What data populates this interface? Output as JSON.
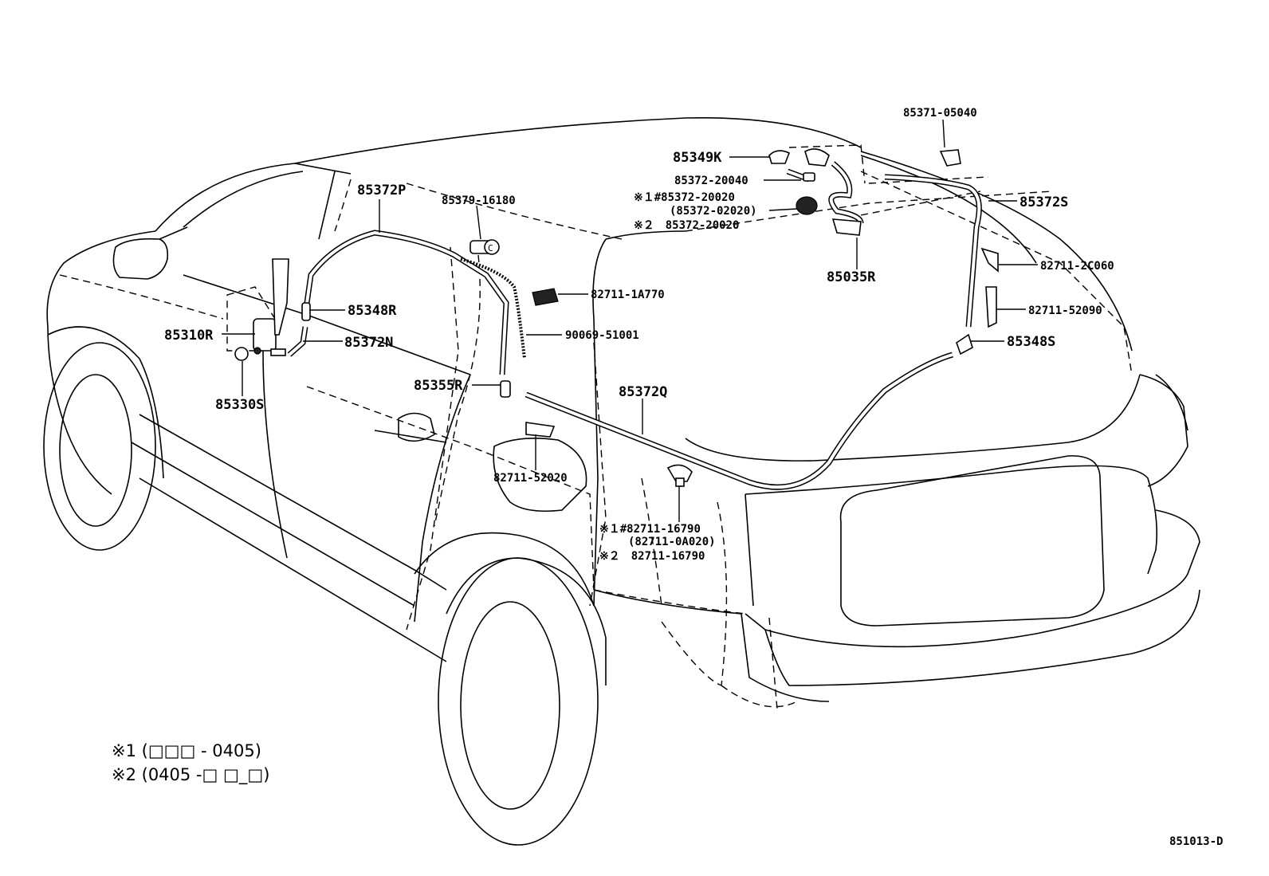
{
  "labels": {
    "p85371_05040": "85371-05040",
    "p85349k": "85349K",
    "p85372_20040": "85372-20040",
    "p85372_20020_n1": "※１#85372-20020",
    "p85372_02020": "(85372-02020)",
    "p85372_20020_n2": "※２　85372-20020",
    "p85372s": "85372S",
    "p85035r": "85035R",
    "p82711_2c060": "82711-2C060",
    "p82711_52090": "82711-52090",
    "p85348s": "85348S",
    "p85372p": "85372P",
    "p85379_16180": "85379-16180",
    "p82711_1a770": "82711-1A770",
    "p85348r": "85348R",
    "p85310r": "85310R",
    "p85372n": "85372N",
    "p90069_51001": "90069-51001",
    "p85330s": "85330S",
    "p85355r": "85355R",
    "p85372q": "85372Q",
    "p82711_52020": "82711-52020",
    "p82711_16790_n1": "※１#82711-16790",
    "p82711_0a020": "(82711-0A020)",
    "p82711_16790_n2": "※２　82711-16790",
    "note1": "※1 (□□□ - 0405)",
    "note2": "※2 (0405 -□ □_□)",
    "diagram_code": "851013-D"
  }
}
